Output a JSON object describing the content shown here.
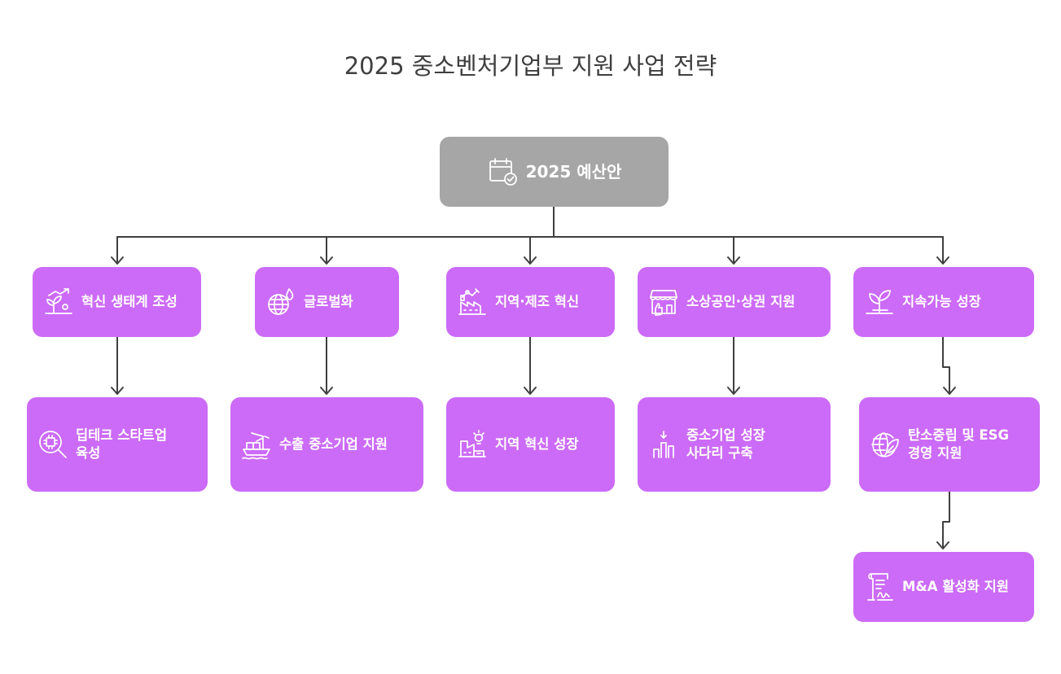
{
  "title": "2025 중소벤처기업부 지원 사업 전략",
  "colors": {
    "node": "#cc6bf7",
    "root": "#a6a6a6",
    "edge": "#3f3f3f",
    "text": "#ffffff"
  },
  "root": {
    "label": "2025 예산안",
    "icon": "calendar-check-icon"
  },
  "categories": [
    {
      "label": "혁신 생태계 조성",
      "icon": "sprout-chart-icon"
    },
    {
      "label": "글로벌화",
      "icon": "globe-fire-icon"
    },
    {
      "label": "지역·제조 혁신",
      "icon": "factory-robot-icon"
    },
    {
      "label": "소상공인·상권 지원",
      "icon": "storefront-thumbs-up-icon"
    },
    {
      "label": "지속가능 성장",
      "icon": "plant-leaf-icon"
    }
  ],
  "programs": [
    {
      "label": "딥테크 스타트업\n육성",
      "icon": "chip-magnifier-icon"
    },
    {
      "label": "수출 중소기업 지원",
      "icon": "cargo-ship-icon"
    },
    {
      "label": "지역 혁신 성장",
      "icon": "factory-lightbulb-icon"
    },
    {
      "label": "중소기업 성장\n사다리 구축",
      "icon": "growth-bars-icon"
    },
    {
      "label": "탄소중립 및 ESG\n경영 지원",
      "icon": "globe-leaf-icon"
    },
    {
      "label": "M&A 활성화 지원",
      "icon": "contract-signature-icon"
    }
  ]
}
